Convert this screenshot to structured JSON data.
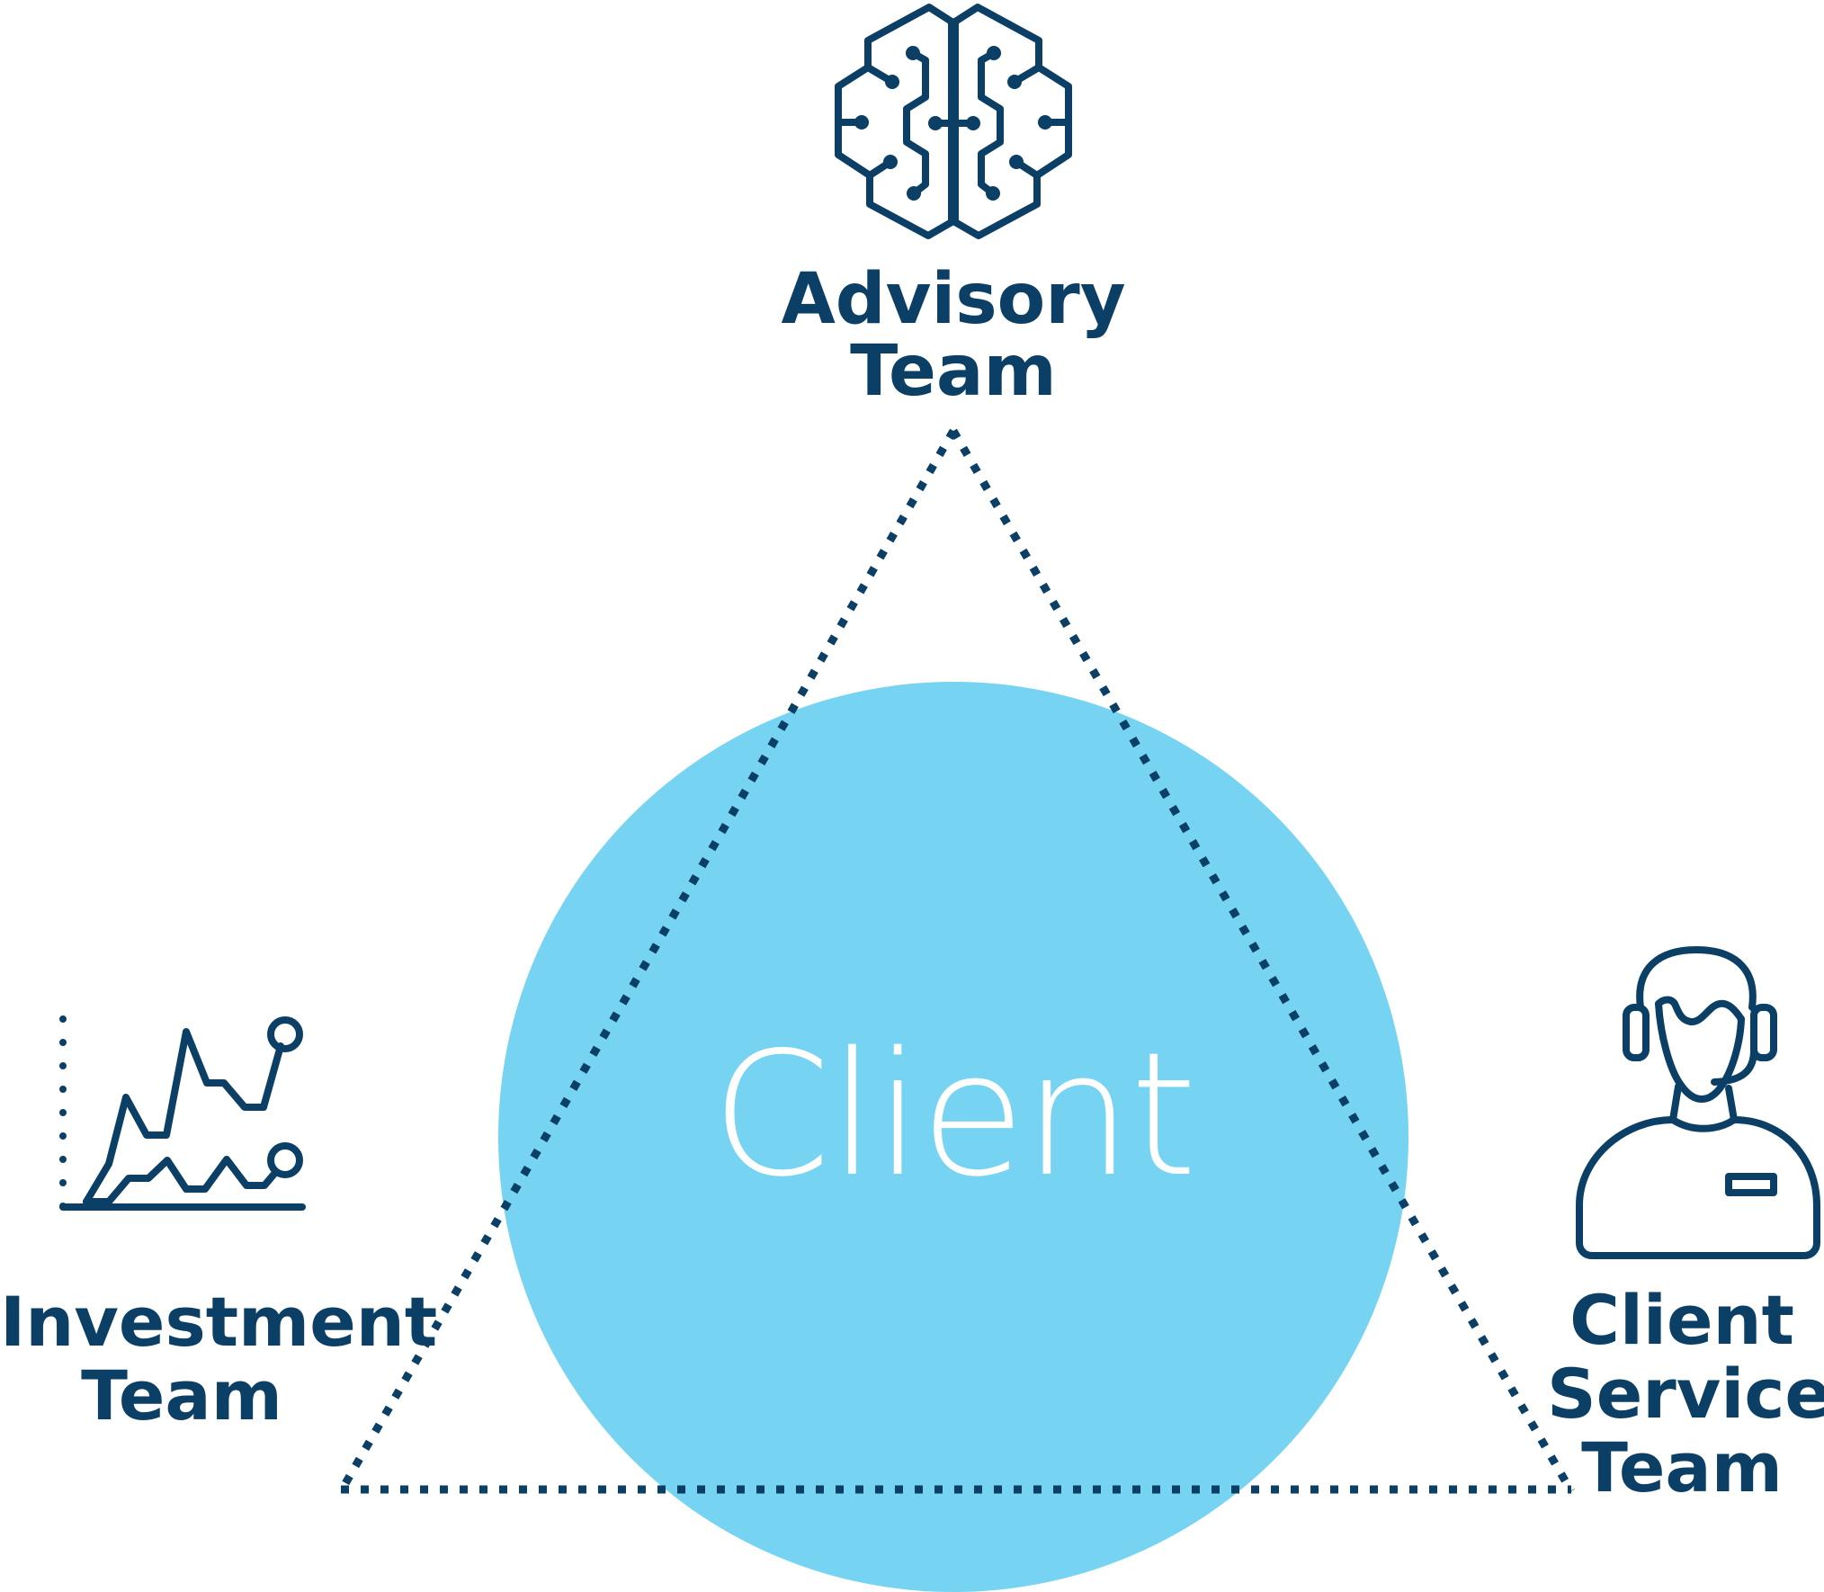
{
  "colors": {
    "primary_navy": "#0b3f66",
    "client_circle": "#76d3f2",
    "center_text": "#ffffff",
    "background": "#ffffff"
  },
  "center": {
    "label": "Client"
  },
  "nodes": {
    "advisory": {
      "icon": "brain-circuit-icon",
      "line1": "Advisory",
      "line2": "Team"
    },
    "investment": {
      "icon": "line-chart-icon",
      "line1": "Investment",
      "line2": "Team"
    },
    "client_service": {
      "icon": "headset-agent-icon",
      "line1": "Client",
      "line2": "Service",
      "line3": "Team"
    }
  },
  "connector": {
    "shape": "triangle",
    "style": "dotted"
  }
}
